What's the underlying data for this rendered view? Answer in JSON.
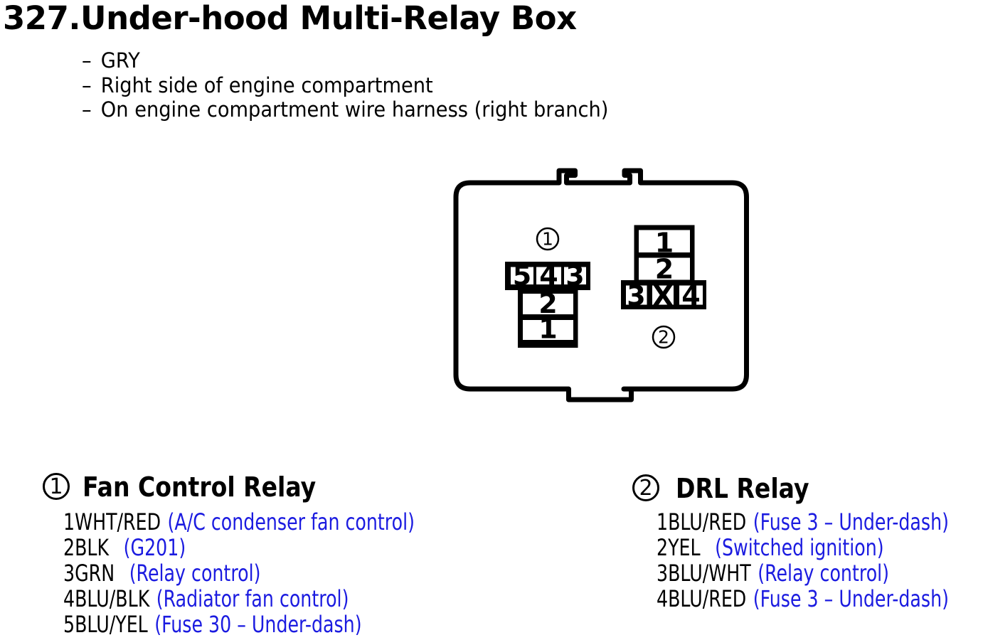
{
  "page": {
    "title": "327.Under-hood Multi-Relay Box"
  },
  "notes": {
    "dash": "–",
    "items": [
      "GRY",
      "Right side of engine compartment",
      "On engine compartment wire harness (right branch)"
    ]
  },
  "diagram": {
    "connector1": {
      "callout": "1",
      "row_cells": [
        "5",
        "4",
        "3"
      ],
      "stack_cells": [
        "2",
        "1"
      ]
    },
    "connector2": {
      "callout": "2",
      "stack_cells": [
        "1",
        "2"
      ],
      "row_cells": [
        "3",
        "X",
        "4"
      ]
    }
  },
  "legend": {
    "left": {
      "callout": "1",
      "title": "Fan Control Relay",
      "pins": [
        {
          "label": "1WHT/RED",
          "desc": "(A/C condenser fan control)"
        },
        {
          "label": "2BLK",
          "desc": "(G201)"
        },
        {
          "label": "3GRN",
          "desc": "(Relay control)"
        },
        {
          "label": "4BLU/BLK",
          "desc": "(Radiator fan control)"
        },
        {
          "label": "5BLU/YEL",
          "desc": "(Fuse 30 – Under-dash)"
        }
      ]
    },
    "right": {
      "callout": "2",
      "title": "DRL Relay",
      "pins": [
        {
          "label": "1BLU/RED",
          "desc": "(Fuse 3 – Under-dash)"
        },
        {
          "label": "2YEL",
          "desc": "(Switched ignition)"
        },
        {
          "label": "3BLU/WHT",
          "desc": "(Relay control)"
        },
        {
          "label": "4BLU/RED",
          "desc": "(Fuse 3 – Under-dash)"
        }
      ]
    }
  },
  "colors": {
    "ink": "#000000",
    "link_blue": "#1b1be0",
    "background": "#ffffff"
  }
}
